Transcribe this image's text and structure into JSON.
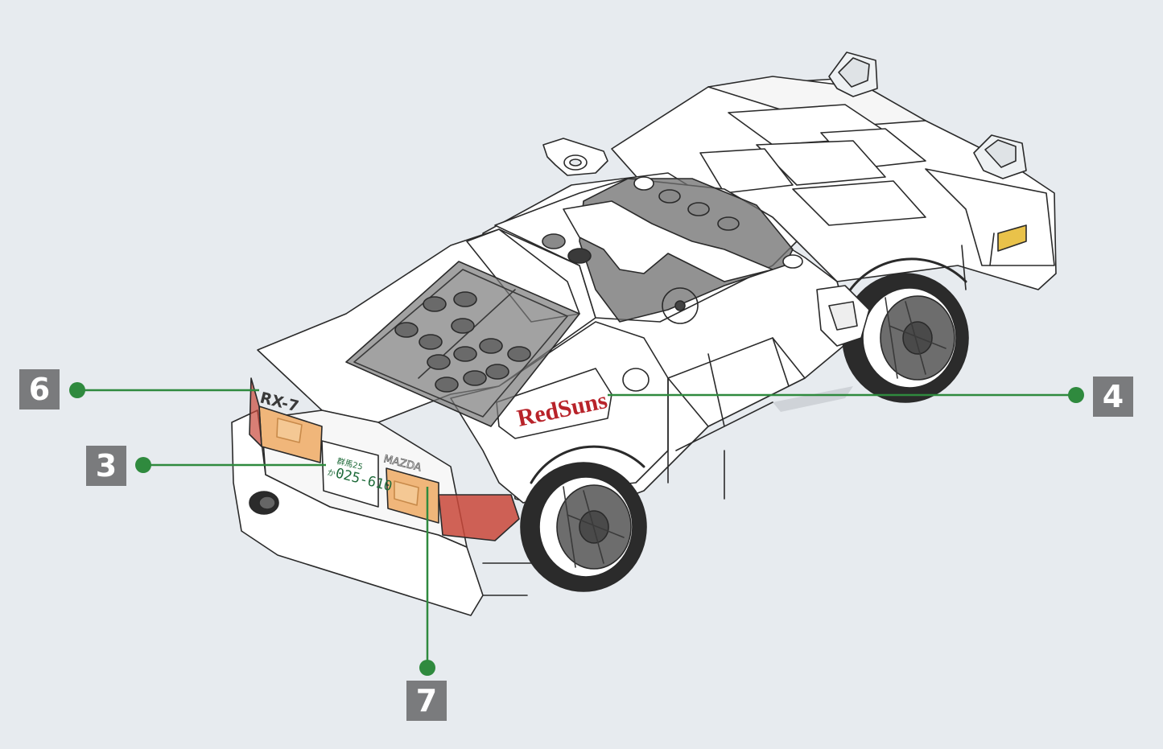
{
  "callouts": [
    {
      "id": "6",
      "label": "6"
    },
    {
      "id": "3",
      "label": "3"
    },
    {
      "id": "4",
      "label": "4"
    },
    {
      "id": "7",
      "label": "7"
    }
  ],
  "car": {
    "decal_text": "RedSuns",
    "model_badge": "RX-7",
    "plate_line1": "群馬25",
    "plate_line2_prefix": "か",
    "plate_number": "025-610",
    "rear_logo": "MAZDA"
  },
  "colors": {
    "background": "#e7ebef",
    "leader_line": "#2f8a3e",
    "badge_fill": "#7a7b7d",
    "badge_text": "#ffffff",
    "decal_red": "#b8232a",
    "plate_green": "#1f6b3a",
    "taillight_orange": "#f0b67a",
    "taillight_red": "#c9483a",
    "marker_amber": "#e9c24a"
  }
}
